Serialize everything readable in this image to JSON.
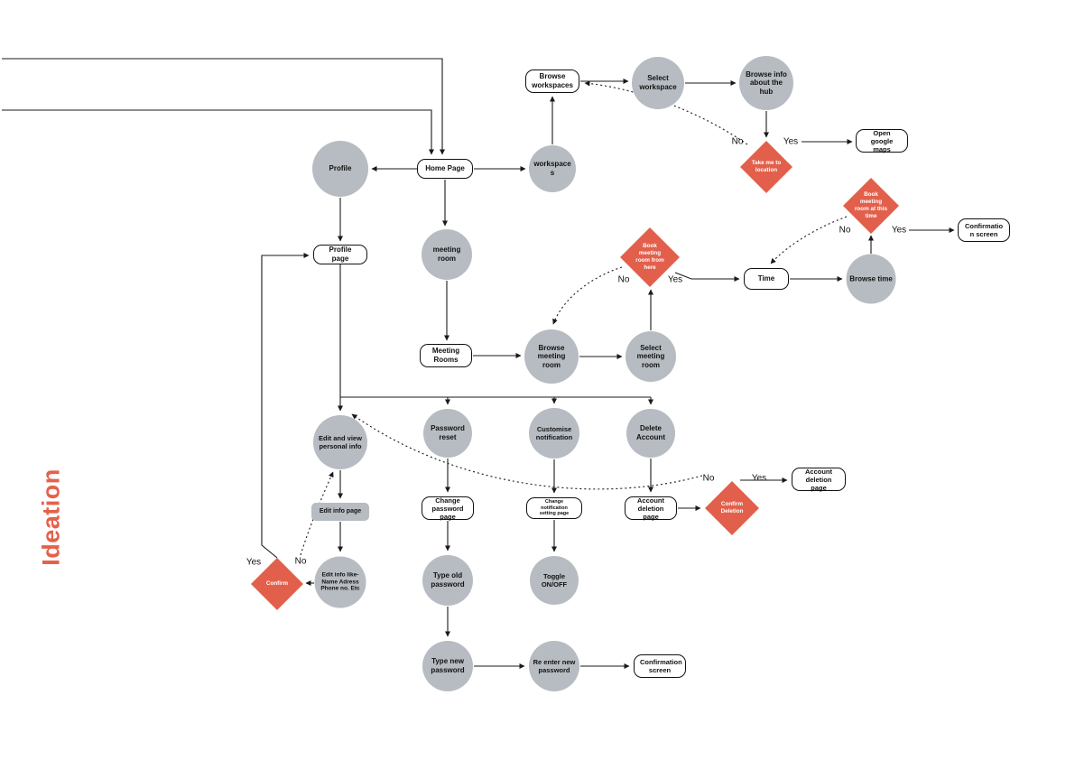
{
  "title": {
    "label": "Ideation"
  },
  "colors": {
    "node_fill": "#b7bcc2",
    "decision_fill": "#e2604b",
    "accent_text": "#e6604a",
    "line": "#1a1a1a"
  },
  "nodes": {
    "profile": "Profile",
    "home_page": "Home Page",
    "workspaces": "workspaces",
    "browse_workspaces": "Browse workspaces",
    "select_workspace": "Select workspace",
    "browse_info_hub": "Browse info about the hub",
    "open_google_maps": "Open google maps",
    "meeting_room": "meeting room",
    "profile_page": "Profile page",
    "meeting_rooms": "Meeting Rooms",
    "browse_meeting_room": "Browse meeting room",
    "select_meeting_room": "Select meeting room",
    "time": "Time",
    "browse_time": "Browse time",
    "confirmation_screen_booking": "Confirmation screen",
    "edit_view_personal_info": "Edit and view personal info",
    "password_reset": "Password reset",
    "customise_notification": "Customise notification",
    "delete_account": "Delete Account",
    "edit_info_page": "Edit info page",
    "edit_info_details": "Edit info like- Name Adress Phone no. Etc",
    "change_password_page": "Change password page",
    "change_notification_setting_page": "Change notification setting page",
    "account_deletion_page": "Account deletion page",
    "account_deletion_page_confirm": "Account deletion page",
    "type_old_password": "Type old password",
    "toggle_on_off": "Toggle ON/OFF",
    "type_new_password": "Type new password",
    "re_enter_new_password": "Re enter new password",
    "confirmation_screen_password": "Confirmation screen"
  },
  "decisions": {
    "take_me_to_location": {
      "label": "Take me to location",
      "yes": "Yes",
      "no": "No"
    },
    "book_meeting_room_at_this_time": {
      "label": "Book meeting room at this time",
      "yes": "Yes",
      "no": "No"
    },
    "book_meeting_room_from_here": {
      "label": "Book meeting room from here",
      "yes": "Yes",
      "no": "No"
    },
    "confirm_deletion": {
      "label": "Confirm Deletion",
      "yes": "Yes",
      "no": "No"
    },
    "confirm_edit": {
      "label": "Confirm",
      "yes": "Yes",
      "no": "No"
    }
  }
}
